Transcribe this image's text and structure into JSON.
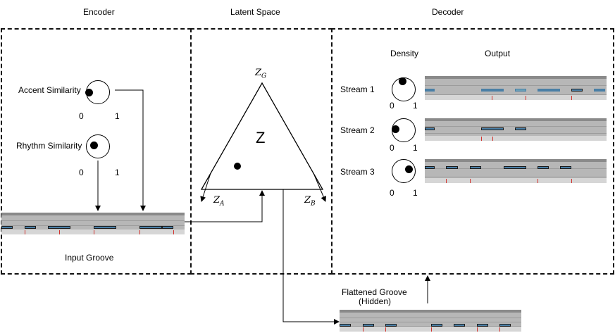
{
  "sections": {
    "encoder": "Encoder",
    "latent": "Latent Space",
    "decoder": "Decoder"
  },
  "encoder": {
    "accent_label": "Accent Similarity",
    "rhythm_label": "Rhythm Similarity",
    "scale_min": "0",
    "scale_max": "1",
    "input_label": "Input Groove"
  },
  "latent": {
    "z_label": "Z",
    "z_g": "Z",
    "z_g_sub": "G",
    "z_a": "Z",
    "z_a_sub": "A",
    "z_b": "Z",
    "z_b_sub": "B"
  },
  "decoder": {
    "density_label": "Density",
    "output_label": "Output",
    "streams": [
      {
        "label": "Stream 1",
        "min": "0",
        "max": "1"
      },
      {
        "label": "Stream 2",
        "min": "0",
        "max": "1"
      },
      {
        "label": "Stream 3",
        "min": "0",
        "max": "1"
      }
    ]
  },
  "flattened": {
    "line1": "Flattened Groove",
    "line2": "(Hidden)"
  }
}
